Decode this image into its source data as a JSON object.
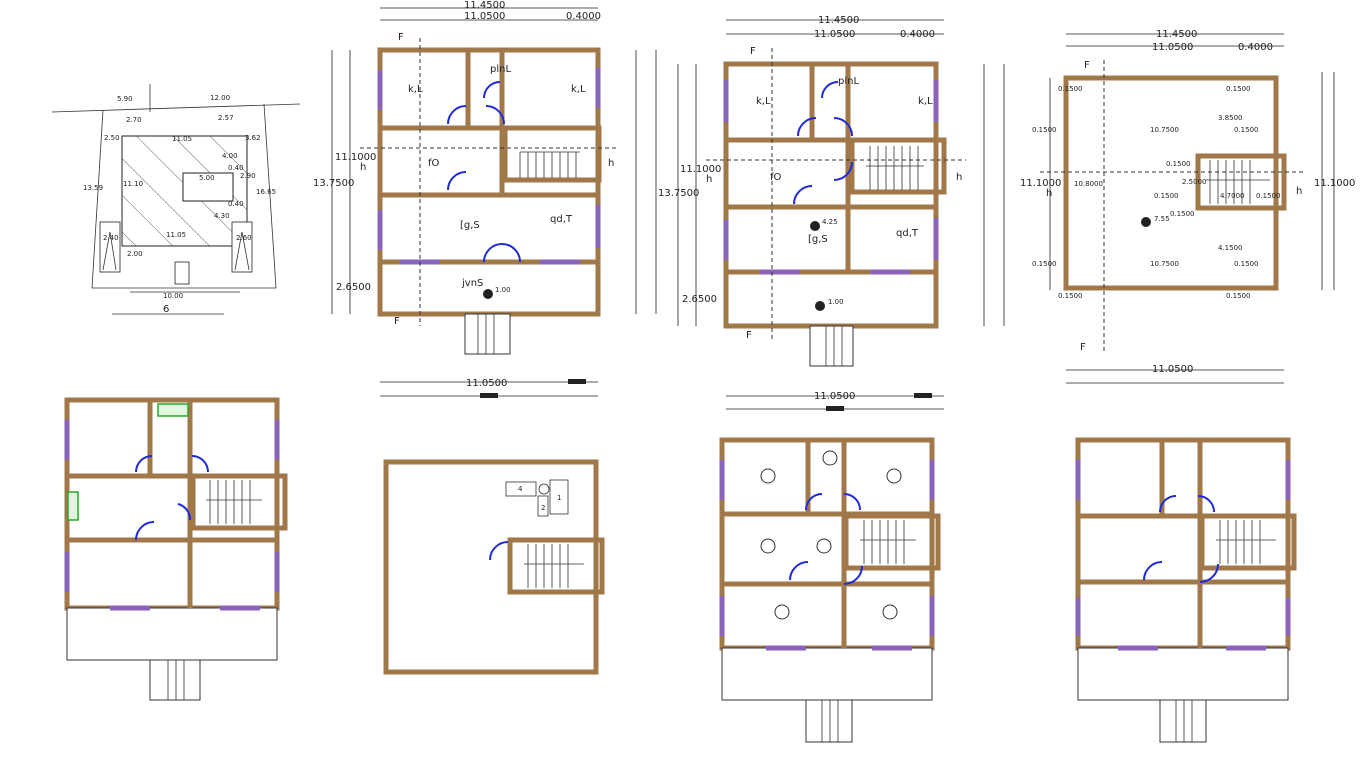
{
  "site": {
    "top_a": "5.90",
    "top_b": "12.00",
    "left_1": "2.50",
    "left_2": "2.70",
    "left_3": "2.57",
    "right_1": "3.62",
    "inner_1": "11.05",
    "inner_2": "4.00",
    "inner_3": "5.00",
    "inner_4": "0.40",
    "inner_5": "2.90",
    "inner_6": "0.40",
    "side_l": "13.59",
    "side_r": "16.65",
    "mid_l": "11.10",
    "low_1": "4.30",
    "low_2": "11.05",
    "low_3": "2.40",
    "low_4": "2.60",
    "low_5": "2.00",
    "bottom": "10.00",
    "scale_label": "6"
  },
  "plan1": {
    "top_total": "11.4500",
    "top_main": "11.0500",
    "top_right": "0.4000",
    "left_total": "13.7500",
    "left_mid": "11.1000",
    "left_low": "2.6500",
    "rooms": [
      "k,L",
      "plnL",
      "k,L",
      "fO",
      "[g,S",
      "qd,T",
      "jvnS"
    ],
    "level": "1.00",
    "section": "F",
    "h_mark": "h"
  },
  "plan2": {
    "top_total": "11.4500",
    "top_main": "11.0500",
    "top_right": "0.4000",
    "left_total": "13.7500",
    "left_mid": "11.1000",
    "left_low": "2.6500",
    "rooms": [
      "k,L",
      "plnL",
      "k,L",
      "fO",
      "[g,S",
      "qd,T"
    ],
    "level_a": "4.25",
    "level_b": "1.00",
    "section": "F",
    "h_mark": "h"
  },
  "plan3": {
    "top_total": "11.4500",
    "top_main": "11.0500",
    "top_right": "0.4000",
    "left_mid": "11.1000",
    "right_mid": "11.1000",
    "bottom": "11.0500",
    "corner": "0.1500",
    "span_a": "10.7500",
    "span_b": "3.8500",
    "span_c": "10.8000",
    "span_d": "2.5000",
    "span_e": "4.7000",
    "span_f": "4.1500",
    "level": "7.55",
    "section": "F",
    "h_mark": "h"
  },
  "row2": {
    "dim_a": "11.0500",
    "dim_b": "11.0500",
    "fixture_1": "1",
    "fixture_2": "2",
    "fixture_4": "4"
  }
}
